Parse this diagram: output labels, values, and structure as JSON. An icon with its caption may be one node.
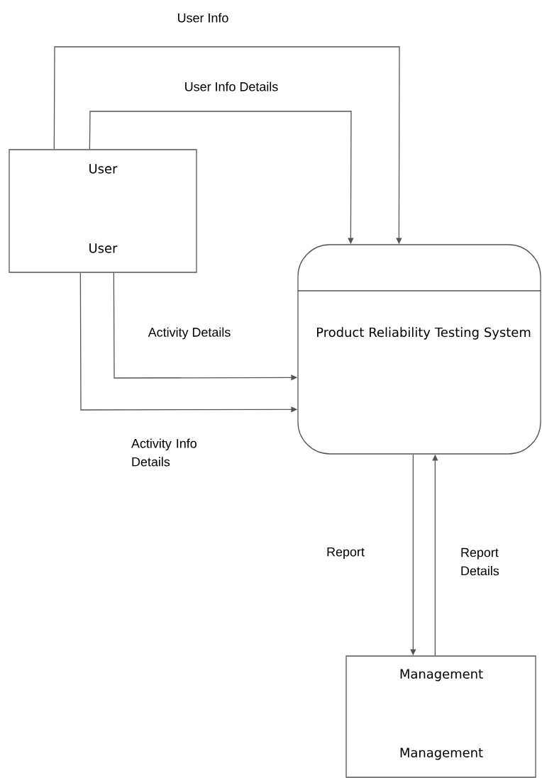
{
  "diagram": {
    "nodes": [
      {
        "text": [
          "User",
          "User"
        ]
      },
      {
        "text": [
          "Product Reliability Testing System"
        ]
      },
      {
        "text": [
          "Management",
          "Management"
        ]
      }
    ],
    "edges": [
      {
        "from": 0,
        "to": 1,
        "arrow": "to",
        "label": "User Info"
      },
      {
        "from": 0,
        "to": 1,
        "arrow": "to",
        "label": "User Info Details"
      },
      {
        "from": 0,
        "to": 1,
        "arrow": "to",
        "label": "Activity Details"
      },
      {
        "from": 0,
        "to": 1,
        "arrow": "to",
        "label": "Activity Info Details"
      },
      {
        "from": 1,
        "to": 2,
        "arrow": "to",
        "label": "Report"
      },
      {
        "from": 2,
        "to": 1,
        "arrow": "to",
        "label": "Report Details"
      }
    ]
  }
}
